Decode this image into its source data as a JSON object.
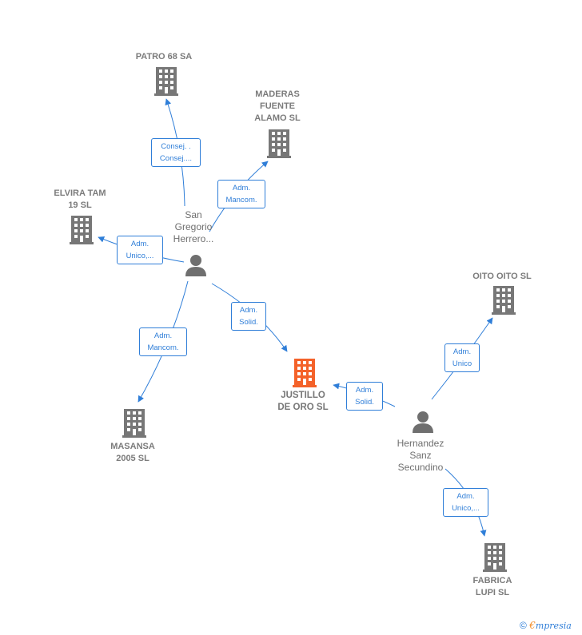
{
  "colors": {
    "edge": "#2f7ed8",
    "building": "#777777",
    "main_building": "#f4622a",
    "person": "#6f6f6f"
  },
  "companies": {
    "patro": {
      "name": "PATRO 68 SA",
      "icon": "building-icon"
    },
    "maderas": {
      "name": "MADERAS\nFUENTE\nALAMO SL",
      "icon": "building-icon"
    },
    "elvira": {
      "name": "ELVIRA TAM\n19  SL",
      "icon": "building-icon"
    },
    "oito": {
      "name": "OITO OITO  SL",
      "icon": "building-icon"
    },
    "justillo": {
      "name": "JUSTILLO\nDE ORO  SL",
      "icon": "building-icon"
    },
    "masansa": {
      "name": "MASANSA\n2005 SL",
      "icon": "building-icon"
    },
    "fabrica": {
      "name": "FABRICA\nLUPI  SL",
      "icon": "building-icon"
    }
  },
  "people": {
    "sangregorio": {
      "name": "San\nGregorio\nHerrero...",
      "icon": "person-icon"
    },
    "hernandez": {
      "name": "Hernandez\nSanz\nSecundino",
      "icon": "person-icon"
    }
  },
  "edge_labels": {
    "e_patro": "Consej. .\nConsej....",
    "e_maderas": "Adm.\nMancom.",
    "e_elvira": "Adm.\nUnico,...",
    "e_masansa": "Adm.\nMancom.",
    "e_justillo1": "Adm.\nSolid.",
    "e_justillo2": "Adm.\nSolid.",
    "e_oito": "Adm.\nUnico",
    "e_fabrica": "Adm.\nUnico,..."
  },
  "footer": {
    "copyright": "©",
    "brand_first": "€",
    "brand_rest": "mpresia"
  }
}
